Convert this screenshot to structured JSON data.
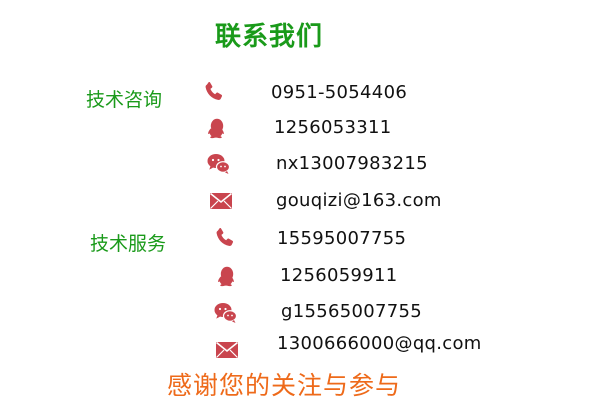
{
  "title": "联系我们",
  "colors": {
    "title": "#1a9a1a",
    "section_label": "#1a9a1a",
    "icon": "#c9454e",
    "value": "#111111",
    "footer": "#ee6a1a"
  },
  "sections": [
    {
      "label": "技术咨询",
      "items": [
        {
          "icon": "phone-icon",
          "value": "0951-5054406"
        },
        {
          "icon": "qq-icon",
          "value": "1256053311"
        },
        {
          "icon": "wechat-icon",
          "value": "nx13007983215"
        },
        {
          "icon": "email-icon",
          "value": "gouqizi@163.com"
        }
      ]
    },
    {
      "label": "技术服务",
      "items": [
        {
          "icon": "phone-icon",
          "value": "15595007755"
        },
        {
          "icon": "qq-icon",
          "value": "1256059911"
        },
        {
          "icon": "wechat-icon",
          "value": "g15565007755"
        },
        {
          "icon": "email-icon",
          "value": "1300666000@qq.com"
        }
      ]
    }
  ],
  "footer": "感谢您的关注与参与"
}
